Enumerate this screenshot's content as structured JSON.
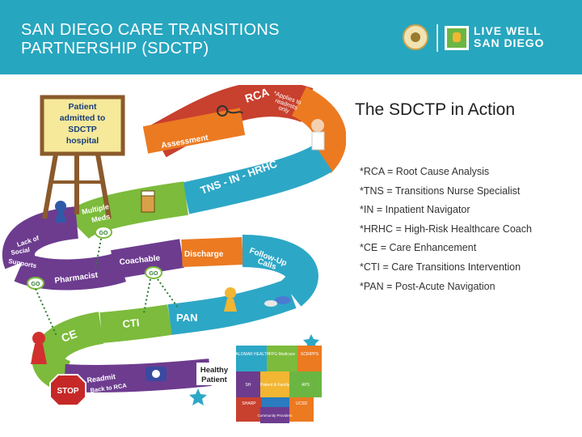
{
  "header": {
    "title_line1": "SAN DIEGO CARE TRANSITIONS",
    "title_line2": "PARTNERSHIP (SDCTP)",
    "logo_text_line1": "LIVE WELL",
    "logo_text_line2": "SAN DIEGO"
  },
  "colors": {
    "header_bg": "#27a6bf",
    "road_red": "#c8402e",
    "road_orange": "#ec7a21",
    "road_teal": "#2da7c6",
    "road_green": "#7cbb3b",
    "road_purple": "#6d3c8f"
  },
  "board": {
    "sign_text": "Patient admitted to SDCTP hospital",
    "sign_line1": "Patient",
    "sign_line2": "admitted to",
    "sign_line3": "SDCTP",
    "sign_line4": "hospital",
    "rca": "RCA",
    "rca_note": "*Applies to readmits only",
    "rca_note_line1": "*Applies to",
    "rca_note_line2": "readmits",
    "rca_note_line3": "only",
    "assessment": "Assessment",
    "tns": "TNS - IN - HRHC",
    "multiple_meds_line1": "Multiple",
    "multiple_meds_line2": "Meds",
    "go": "GO",
    "lack_line1": "Lack of",
    "lack_line2": "Social",
    "lack_line3": "Supports",
    "pharmacist": "Pharmacist",
    "coachable": "Coachable",
    "discharge": "Discharge",
    "follow_up_line1": "Follow-Up",
    "follow_up_line2": "Calls",
    "ce": "CE",
    "cti": "CTI",
    "pan": "PAN",
    "stop": "STOP",
    "readmit_line1": "Readmit",
    "readmit_line2": "Back to RCA",
    "healthy_line1": "Healthy",
    "healthy_line2": "Patient",
    "puzzle": {
      "palomar": "PALOMAR HEALTH",
      "fpg": "FPG Medicare",
      "scripps": "SCRIPPS",
      "sh": "SH",
      "patient_family": "Patient & Family",
      "aps": "APS",
      "sharp": "SHARP",
      "ucsd": "UCSD",
      "community": "Community Providers"
    }
  },
  "section_title": "The SDCTP in Action",
  "abbreviations": [
    "*RCA = Root Cause Analysis",
    "*TNS = Transitions Nurse Specialist",
    "*IN = Inpatient Navigator",
    "*HRHC = High-Risk Healthcare Coach",
    "*CE = Care Enhancement",
    "*CTI = Care Transitions Intervention",
    "*PAN = Post-Acute Navigation"
  ]
}
